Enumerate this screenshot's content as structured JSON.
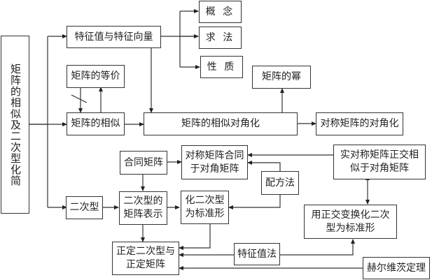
{
  "diagram": {
    "root": "矩阵的相似及二次型化简",
    "nodes": {
      "eigen": "特征值与特征向量",
      "concept": "概 念",
      "method": "求 法",
      "property": "性 质",
      "equivalence": "矩阵的等价",
      "similar": "矩阵的相似",
      "diagonalization": "矩阵的相似对角化",
      "power": "矩阵的幂",
      "sym_diag": "对称矩阵的对角化",
      "congruent": "合同矩阵",
      "sym_congruent_line1": "对称矩阵合同",
      "sym_congruent_line2": "于对角矩阵",
      "real_sym_line1": "实对称矩阵正交相",
      "real_sym_line2": "似于对角矩阵",
      "completing_square": "配方法",
      "quadratic": "二次型",
      "matrix_repr_line1": "二次型的",
      "matrix_repr_line2": "矩阵表示",
      "canonical_line1": "化二次型",
      "canonical_line2": "为标准形",
      "orthogonal_line1": "用正交变换化二次",
      "orthogonal_line2": "型为标准形",
      "positive_line1": "正定二次型与",
      "positive_line2": "正定矩阵",
      "eigen_method": "特征值法",
      "hurwitz": "赫尔维茨定理"
    }
  }
}
